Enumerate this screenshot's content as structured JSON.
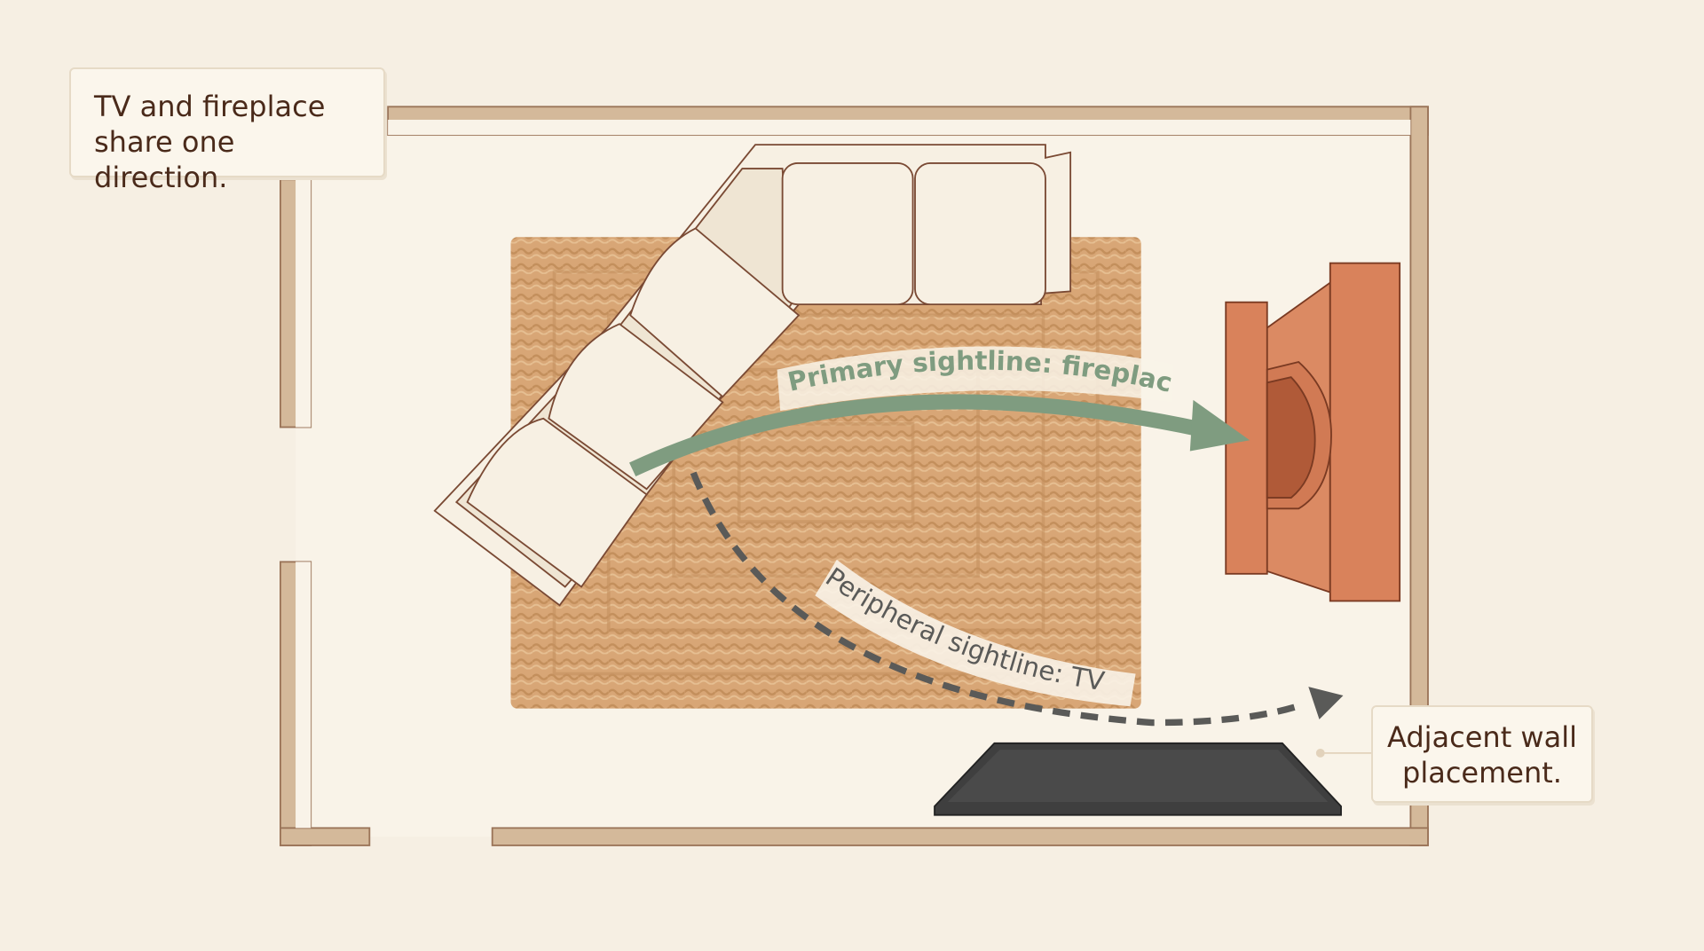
{
  "callouts": {
    "top_left": {
      "line1": "TV and fireplace",
      "line2": "share one direction."
    },
    "bottom_right": {
      "line1": "Adjacent wall",
      "line2": "placement."
    }
  },
  "sightlines": {
    "primary": "Primary sightline: fireplace",
    "peripheral": "Peripheral sightline: TV"
  },
  "colors": {
    "background": "#f6efe3",
    "floor": "#f9f3e8",
    "wall": "#d4b99a",
    "rug": "#d9a877",
    "sofa": "#f7f0e3",
    "fireplace": "#d9825b",
    "tv": "#4a4a4a",
    "primary_arrow": "#7f9c80",
    "peripheral_arrow": "#5a5a58"
  }
}
